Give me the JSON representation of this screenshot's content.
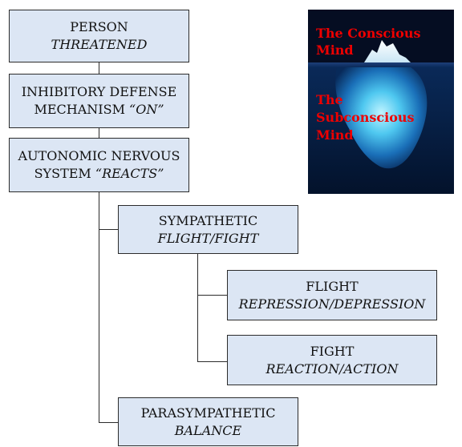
{
  "flowchart": {
    "person": {
      "line1": "PERSON",
      "line2": "THREATENED"
    },
    "inhibitory": {
      "line1": "INHIBITORY DEFENSE",
      "line2a": "MECHANISM ",
      "line2b": "“ON”"
    },
    "autonomic": {
      "line1": "AUTONOMIC NERVOUS",
      "line2a": "SYSTEM ",
      "line2b": "“REACTS”"
    },
    "sympathetic": {
      "line1": "SYMPATHETIC",
      "line2": "FLIGHT/FIGHT"
    },
    "flight": {
      "line1": "FLIGHT",
      "line2": "REPRESSION/DEPRESSION"
    },
    "fight": {
      "line1": "FIGHT",
      "line2": "REACTION/ACTION"
    },
    "parasympathetic": {
      "line1": "PARASYMPATHETIC",
      "line2": "BALANCE"
    }
  },
  "iceberg_image": {
    "conscious_line1": "The Conscious",
    "conscious_line2": "Mind",
    "subconscious_line1": "The",
    "subconscious_line2": "Subconscious",
    "subconscious_line3": "Mind"
  },
  "colors": {
    "box_fill": "#dce6f4",
    "box_border": "#2b2b2b",
    "label_red": "#ee0000"
  }
}
